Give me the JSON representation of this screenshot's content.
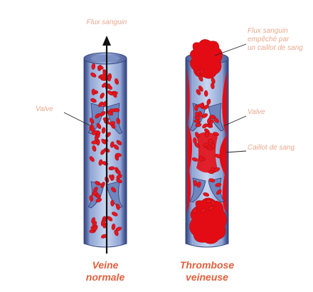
{
  "labels": {
    "flow_top": "Flux sanguin",
    "valve_left": "Valve",
    "flow_blocked_line1": "Flux sanguin",
    "flow_blocked_line2": "empêché par",
    "flow_blocked_line3": "un caillot de sang",
    "valve_right": "Valve",
    "clot": "Caillot de sang"
  },
  "captions": {
    "normal_line1": "Veine",
    "normal_line2": "normale",
    "thrombosis_line1": "Thrombose",
    "thrombosis_line2": "veineuse"
  },
  "colors": {
    "label_text": "#e9a98f",
    "caption_text": "#e2603c",
    "vein_dark": "#3f4f86",
    "vein_mid": "#7f95c6",
    "vein_light": "#b9c8e8",
    "blood_cell": "#e8141c",
    "blood_cell_edge": "#a80d12",
    "clot": "#e30c14",
    "arrow": "#111111"
  }
}
